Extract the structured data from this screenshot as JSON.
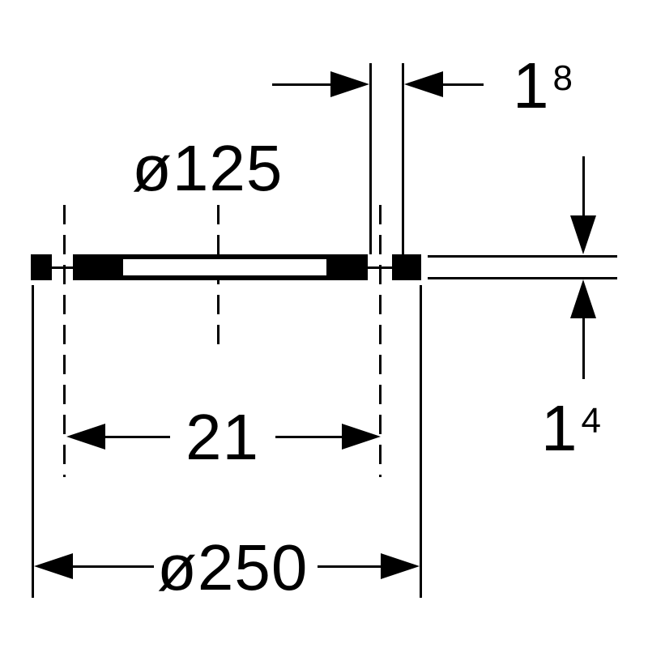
{
  "drawing": {
    "kind": "technical-dimension-drawing",
    "labels": {
      "top_width": {
        "main": "1",
        "sup": "8"
      },
      "inner_diameter": "ø125",
      "center_width": "21",
      "outer_diameter": "ø250",
      "thickness": {
        "main": "1",
        "sup": "4"
      }
    },
    "colors": {
      "line": "#000000",
      "background": "#ffffff"
    }
  }
}
